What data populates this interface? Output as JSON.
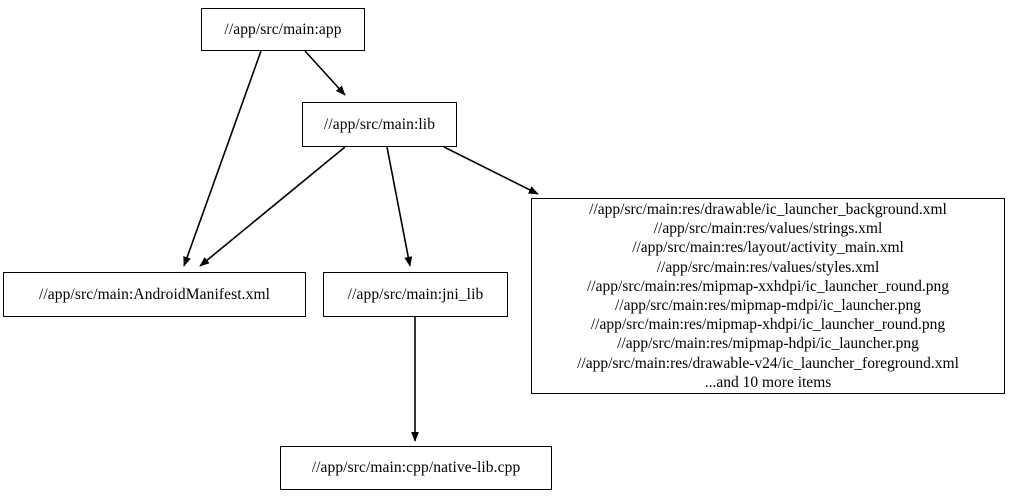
{
  "graph": {
    "type": "directed-dependency-graph",
    "background_color": "#ffffff",
    "node_border_color": "#000000",
    "edge_color": "#000000",
    "text_color": "#000000",
    "nodes": [
      {
        "id": "app",
        "label": "//app/src/main:app"
      },
      {
        "id": "lib",
        "label": "//app/src/main:lib"
      },
      {
        "id": "manifest",
        "label": "//app/src/main:AndroidManifest.xml"
      },
      {
        "id": "jni_lib",
        "label": "//app/src/main:jni_lib"
      },
      {
        "id": "native_lib",
        "label": "//app/src/main:cpp/native-lib.cpp"
      },
      {
        "id": "resources",
        "lines": [
          "//app/src/main:res/drawable/ic_launcher_background.xml",
          "//app/src/main:res/values/strings.xml",
          "//app/src/main:res/layout/activity_main.xml",
          "//app/src/main:res/values/styles.xml",
          "//app/src/main:res/mipmap-xxhdpi/ic_launcher_round.png",
          "//app/src/main:res/mipmap-mdpi/ic_launcher.png",
          "//app/src/main:res/mipmap-xhdpi/ic_launcher_round.png",
          "//app/src/main:res/mipmap-hdpi/ic_launcher.png",
          "//app/src/main:res/drawable-v24/ic_launcher_foreground.xml",
          "...and 10 more items"
        ]
      }
    ],
    "edges": [
      {
        "from": "app",
        "to": "manifest"
      },
      {
        "from": "app",
        "to": "lib"
      },
      {
        "from": "lib",
        "to": "manifest"
      },
      {
        "from": "lib",
        "to": "jni_lib"
      },
      {
        "from": "lib",
        "to": "resources"
      },
      {
        "from": "jni_lib",
        "to": "native_lib"
      }
    ]
  }
}
